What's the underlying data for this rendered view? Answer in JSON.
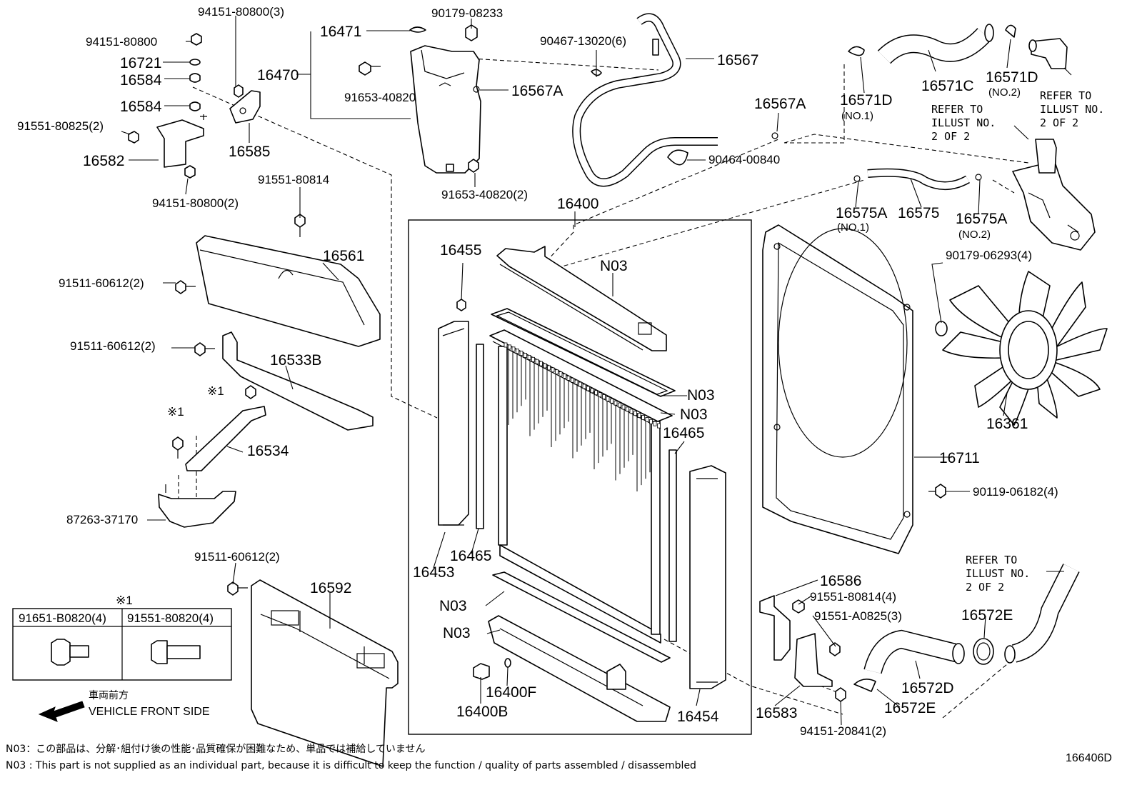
{
  "labels": {
    "p94151_80800_3": "94151-80800(3)",
    "p90179_08233": "90179-08233",
    "p94151_80800": "94151-80800",
    "p16471": "16471",
    "p16721": "16721",
    "p16584a": "16584",
    "p16470": "16470",
    "p91653_40820": "91653-40820",
    "p16567A_a": "16567A",
    "p16584b": "16584",
    "p91551_80825_2": "91551-80825(2)",
    "p16585": "16585",
    "p16582": "16582",
    "p94151_80800_2": "94151-80800(2)",
    "p91653_40820_2": "91653-40820(2)",
    "p90467_13020_6": "90467-13020(6)",
    "p16567": "16567",
    "p16567A_b": "16567A",
    "p90464_00840": "90464-00840",
    "p16571D_a": "16571D",
    "p16571D_a_sub": "(NO.1)",
    "p16571C": "16571C",
    "p16571D_b": "16571D",
    "p16571D_b_sub": "(NO.2)",
    "p91551_80814": "91551-80814",
    "p16400": "16400",
    "p16575A_a": "16575A",
    "p16575A_a_sub": "(NO.1)",
    "p16575": "16575",
    "p16575A_b": "16575A",
    "p16575A_b_sub": "(NO.2)",
    "p16561": "16561",
    "p91511_60612_2a": "91511-60612(2)",
    "p16455": "16455",
    "pN03_a": "N03",
    "p90179_06293_4": "90179-06293(4)",
    "p91511_60612_2b": "91511-60612(2)",
    "p16533B": "16533B",
    "pN03_b": "N03",
    "pN03_c": "N03",
    "p16465a": "16465",
    "p16361": "16361",
    "p16534": "16534",
    "p16711": "16711",
    "p90119_06182_4": "90119-06182(4)",
    "p87263_37170": "87263-37170",
    "p16453": "16453",
    "p16465b": "16465",
    "p91511_60612_2c": "91511-60612(2)",
    "p16592": "16592",
    "p16586": "16586",
    "p91551_80814_4": "91551-80814(4)",
    "pN03_d": "N03",
    "p91551_A0825_3": "91551-A0825(3)",
    "p16572E_a": "16572E",
    "pN03_e": "N03",
    "p16572D": "16572D",
    "p16400F": "16400F",
    "p16400B": "16400B",
    "p16454": "16454",
    "p16583": "16583",
    "p16572E_b": "16572E",
    "p94151_20841_2": "94151-20841(2)",
    "mark1_a": "※1",
    "mark1_b": "※1",
    "mark1_c": "※1"
  },
  "refs": {
    "ref_top_right": [
      "REFER TO",
      "ILLUST NO.",
      "2 OF 2"
    ],
    "ref_mid": [
      "REFER TO",
      "ILLUST NO.",
      "2 OF 2"
    ],
    "ref_bottom_right": [
      "REFER TO",
      "ILLUST NO.",
      "2 OF 2"
    ]
  },
  "legend_table": {
    "col1": "91651-B0820(4)",
    "col2": "91551-80820(4)"
  },
  "front_side": {
    "jp": "車両前方",
    "en": "VEHICLE FRONT SIDE"
  },
  "notes": {
    "jp": "N03：この部品は、分解･組付け後の性能･品質確保が困難なため、単品では補給していません",
    "en": "N03 : This part is not supplied as an individual part, because it is difficult to keep the function / quality of parts assembled / disassembled"
  },
  "figure_id": "166406D"
}
